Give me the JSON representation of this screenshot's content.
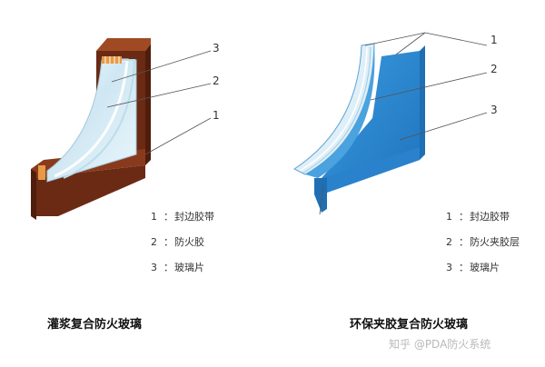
{
  "left_diagram": {
    "callouts": [
      "3",
      "2",
      "1"
    ],
    "legend": [
      {
        "num": "1",
        "text": "封边胶带"
      },
      {
        "num": "2",
        "text": "防火胶"
      },
      {
        "num": "3",
        "text": "玻璃片"
      }
    ],
    "caption": "灌浆复合防火玻璃",
    "colors": {
      "frame_front": "#6b2a14",
      "frame_side": "#8a3a1c",
      "frame_top": "#a04a24",
      "tape": "#e79a45",
      "glass": "#d7ecf5"
    }
  },
  "right_diagram": {
    "callouts": [
      "1",
      "2",
      "3"
    ],
    "legend": [
      {
        "num": "1",
        "text": "封边胶带"
      },
      {
        "num": "2",
        "text": "防火夹胶层"
      },
      {
        "num": "3",
        "text": "玻璃片"
      }
    ],
    "caption": "环保夹胶复合防火玻璃",
    "colors": {
      "blue_panel": "#2f8fd6",
      "blue_dark": "#1f6fb4",
      "light_layers": "#dfeff7"
    }
  },
  "legend_colon": "：",
  "watermark": "知乎 @PDA防火系统"
}
